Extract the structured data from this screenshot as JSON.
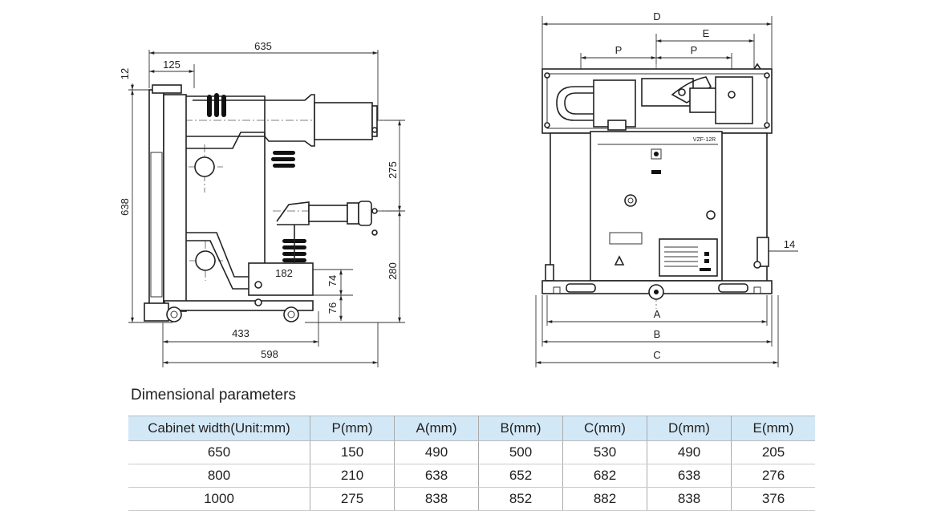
{
  "drawing": {
    "side_view": {
      "dims": {
        "overall_width": "635",
        "top_offset": "125",
        "top_small": "12",
        "overall_height": "638",
        "upper_spacing": "275",
        "lower_height": "280",
        "bottom_width": "182",
        "bottom_h1": "74",
        "bottom_h2": "76",
        "wheel_base": "433",
        "base_width": "598"
      }
    },
    "front_view": {
      "dims": {
        "d": "D",
        "e": "E",
        "p_left": "P",
        "p_right": "P",
        "side_small": "14",
        "a": "A",
        "b": "B",
        "c": "C"
      },
      "model_label": "VZF-12R"
    }
  },
  "params": {
    "title": "Dimensional parameters",
    "headers": [
      "Cabinet width(Unit:mm)",
      "P(mm)",
      "A(mm)",
      "B(mm)",
      "C(mm)",
      "D(mm)",
      "E(mm)"
    ],
    "rows": [
      [
        "650",
        "150",
        "490",
        "500",
        "530",
        "490",
        "205"
      ],
      [
        "800",
        "210",
        "638",
        "652",
        "682",
        "638",
        "276"
      ],
      [
        "1000",
        "275",
        "838",
        "852",
        "882",
        "838",
        "376"
      ]
    ]
  }
}
